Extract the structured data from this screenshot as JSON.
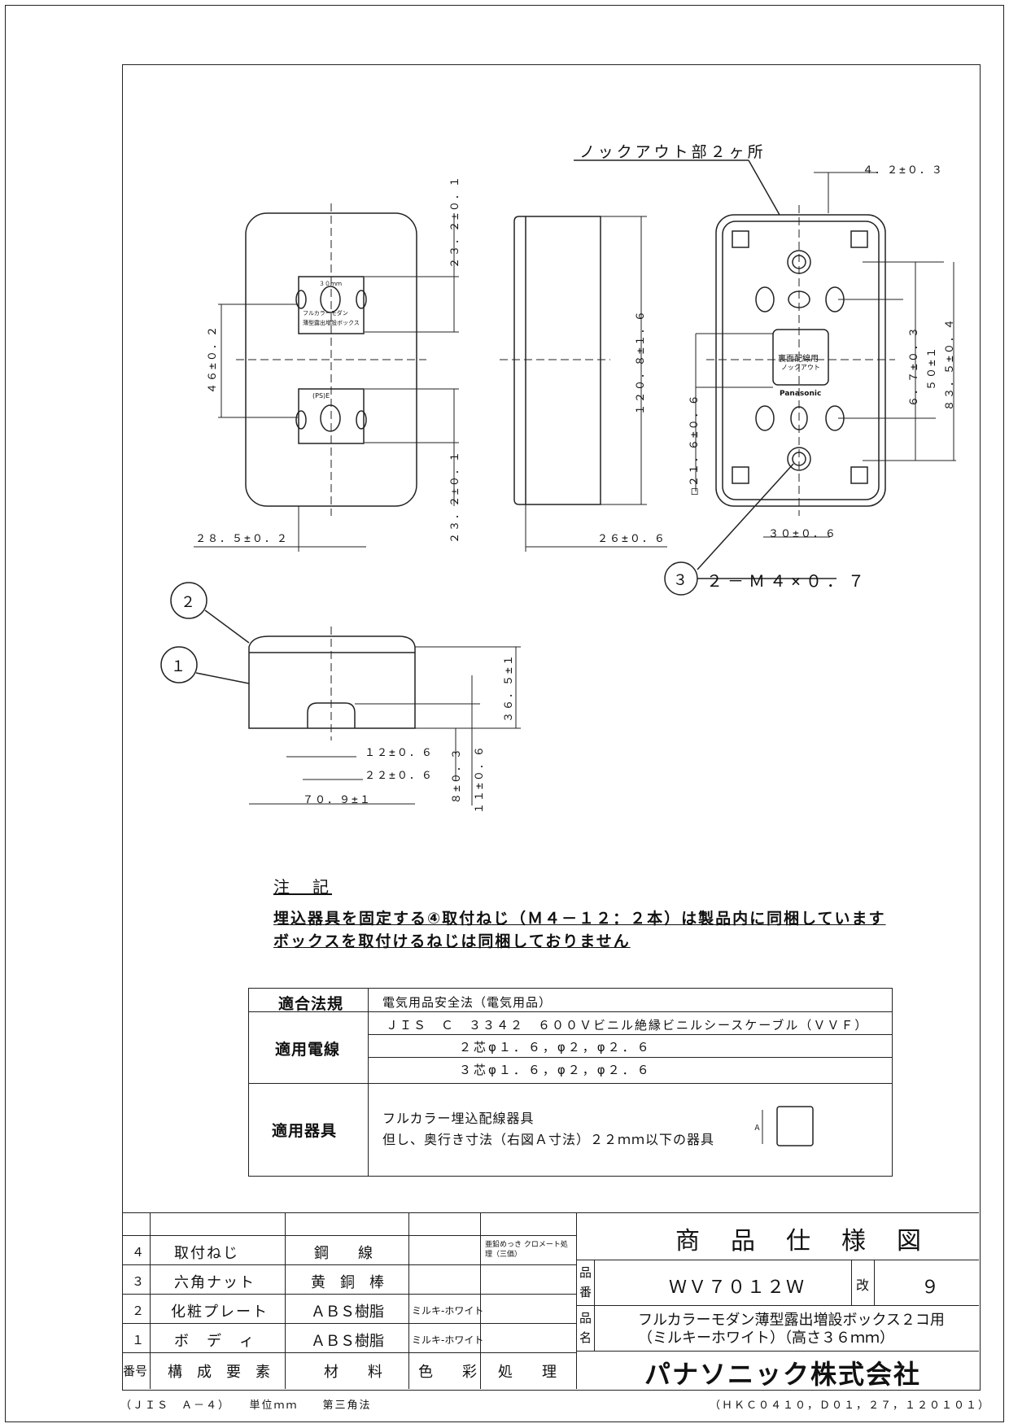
{
  "drawing": {
    "knockout_label": "ノックアウト部２ヶ所",
    "dims": {
      "d1": "４．２±０．３",
      "d2": "２３．２±０．１",
      "d3": "４６±０．２",
      "d4": "２３．２±０．１",
      "d5": "２８．５±０．２",
      "d6": "１２０．８±１．６",
      "d7": "２６±０．６",
      "d8": "６．７±０．３",
      "d9": "５０±１",
      "d10": "８３．５±０．４",
      "d11": "□２１．６±０．６",
      "d12": "３０±０．６",
      "d13": "３６．５±１",
      "d14": "１２±０．６",
      "d15": "２２±０．６",
      "d16": "７０．９±１",
      "d17": "８±０．３",
      "d18": "１１±０．６"
    },
    "screw_label": "２－Ｍ４×０．７",
    "balloon_3": "３",
    "balloon_2": "２",
    "balloon_1": "１",
    "plate_text_1": "３０ｍｍ",
    "plate_text_2": "フルカラーモダン",
    "plate_text_3": "薄型露出増設ボックス",
    "plate_text_4": "(PS)E",
    "back_label_1": "裏面配線用",
    "back_label_2": "ノックアウト",
    "back_label_3": "Panasonic"
  },
  "notes": {
    "heading": "注　記",
    "line1": "埋込器具を固定する④取付ねじ（Ｍ４－１２：２本）は製品内に同梱しています",
    "line2": "ボックスを取付けるねじは同梱しておりません"
  },
  "spec_table": {
    "row1_label": "適合法規",
    "row1_value": "電気用品安全法（電気用品）",
    "row2_label": "適用電線",
    "row2_value_a": "ＪＩＳ　Ｃ　３３４２　６００Ｖビニル絶縁ビニルシースケーブル（ＶＶＦ）",
    "row2_value_b": "２芯φ１．６，φ２，φ２．６",
    "row2_value_c": "３芯φ１．６，φ２，φ２．６",
    "row3_label": "適用器具",
    "row3_value_a": "フルカラー埋込配線器具",
    "row3_value_b": "但し、奥行き寸法（右図Ａ寸法）２２ｍｍ以下の器具",
    "row3_fig_label": "Ａ"
  },
  "parts": {
    "rows": [
      {
        "no": "４",
        "name": "取付ねじ",
        "material": "鋼　　線",
        "color": "",
        "treatment": "亜鉛めっき クロメート処理（三価）"
      },
      {
        "no": "３",
        "name": "六角ナット",
        "material": "黄　銅　棒",
        "color": "",
        "treatment": ""
      },
      {
        "no": "２",
        "name": "化粧プレート",
        "material": "ＡＢＳ樹脂",
        "color": "ミルキ-ホワイト",
        "treatment": ""
      },
      {
        "no": "１",
        "name": "ボ　デ　ィ",
        "material": "ＡＢＳ樹脂",
        "color": "ミルキ-ホワイト",
        "treatment": ""
      }
    ],
    "header": {
      "no": "番号",
      "name": "構　成　要　素",
      "material": "材　　料",
      "color": "色　　彩",
      "treatment": "処　　理"
    }
  },
  "title_block": {
    "title": "商　品　仕　様　図",
    "hinban_label": "品番",
    "hinban": "ＷＶ７０１２Ｗ",
    "kai_label": "改",
    "kai": "９",
    "hinmei_label": "品名",
    "hinmei_1": "フルカラーモダン薄型露出増設ボックス２コ用",
    "hinmei_2": "（ミルキーホワイト）（高さ３６ｍｍ）",
    "company": "パナソニック株式会社"
  },
  "footer": {
    "left": "（ＪＩＳ　Ａ－４）　　単位ｍｍ　　第三角法",
    "right": "（ＨＫＣ０４１０，Ｄ０１，２７，１２０１０１）"
  }
}
